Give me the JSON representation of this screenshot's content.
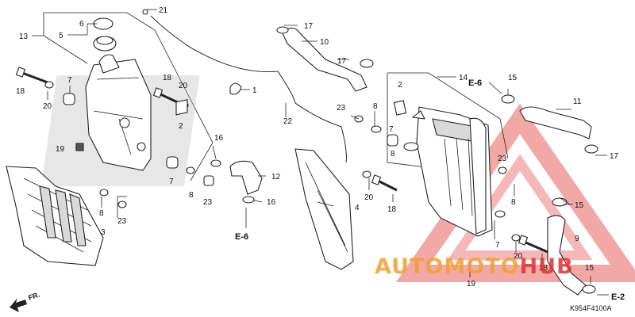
{
  "labels": {
    "l21": "21",
    "l17a": "17",
    "l10": "10",
    "l17b": "17",
    "l13": "13",
    "l6": "6",
    "l5": "5",
    "l1": "1",
    "l18a": "18",
    "l7a": "7",
    "l18b": "18",
    "l20a": "20",
    "l20b": "20",
    "l22": "22",
    "l14": "14",
    "l2a": "2",
    "l15a": "15",
    "l11": "11",
    "l23a": "23",
    "l8a": "8",
    "l2b": "2",
    "l19a": "19",
    "l16a": "16",
    "l7b": "7",
    "l8b": "8",
    "l12": "12",
    "l4": "4",
    "l17c": "17",
    "l7c": "7",
    "l23b": "23",
    "l8c": "8",
    "l23c": "23",
    "l23d": "23",
    "l8d": "8",
    "l16b": "16",
    "l20c": "20",
    "l18c": "18",
    "l15b": "15",
    "l3": "3",
    "l8e": "8",
    "l9": "9",
    "l7d": "7",
    "l20d": "20",
    "l18d": "18",
    "l19b": "19",
    "l15c": "15"
  },
  "section_refs": {
    "e6_top": "E-6",
    "e6_bottom": "E-6",
    "e2": "E-2"
  },
  "fr_label": "FR.",
  "catalog_code": "K954F4100A",
  "watermark": {
    "text": "AUTOMOTOHUB",
    "color_orange": "#f0a030",
    "color_red": "#e03030"
  }
}
